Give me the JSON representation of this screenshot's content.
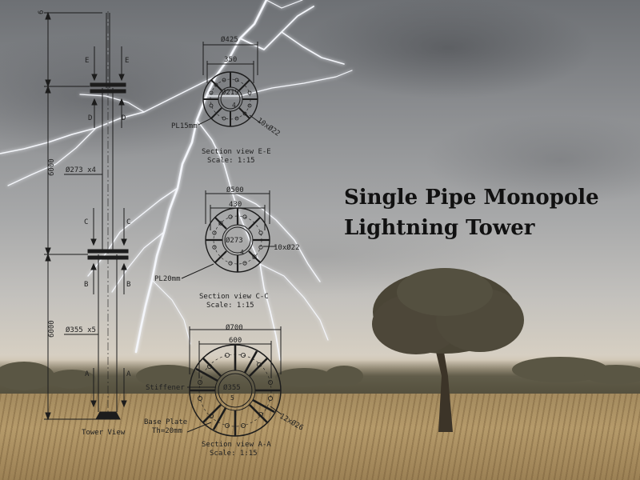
{
  "title": {
    "line1": "Single Pipe Monopole",
    "line2": "Lightning Tower"
  },
  "tower": {
    "top_dim": "6",
    "upper_height": "6000",
    "lower_height": "6000",
    "upper_pipe": "Ø273 x4",
    "lower_pipe": "Ø355 x5",
    "caption": "Tower View",
    "cut_e": "E",
    "cut_d": "D",
    "cut_c": "C",
    "cut_b": "B",
    "cut_a": "A"
  },
  "section_ee": {
    "outer_dia": "Ø425",
    "bolt_circle": "350",
    "pipe": "Ø219",
    "thk": "4",
    "bolts": "10xØ22",
    "plate": "PL15mm",
    "name": "Section view E-E",
    "scale": "Scale:  1:15"
  },
  "section_cc": {
    "outer_dia": "Ø500",
    "bolt_circle": "430",
    "pipe": "Ø273",
    "thk": "4",
    "bolts": "10xØ22",
    "plate": "PL20mm",
    "name": "Section view C-C",
    "scale": "Scale:  1:15"
  },
  "section_aa": {
    "outer_dia": "Ø700",
    "bolt_circle": "600",
    "pipe": "Ø355",
    "thk": "5",
    "bolts": "12xØ26",
    "stiffener": "Stiffener",
    "base_plate_1": "Base Plate",
    "base_plate_2": "Th=20mm",
    "name": "Section view A-A",
    "scale": "Scale:  1:15"
  },
  "colors": {
    "line": "#1c1c1c",
    "lightning": "#f4f6fb",
    "title": "#111111"
  }
}
